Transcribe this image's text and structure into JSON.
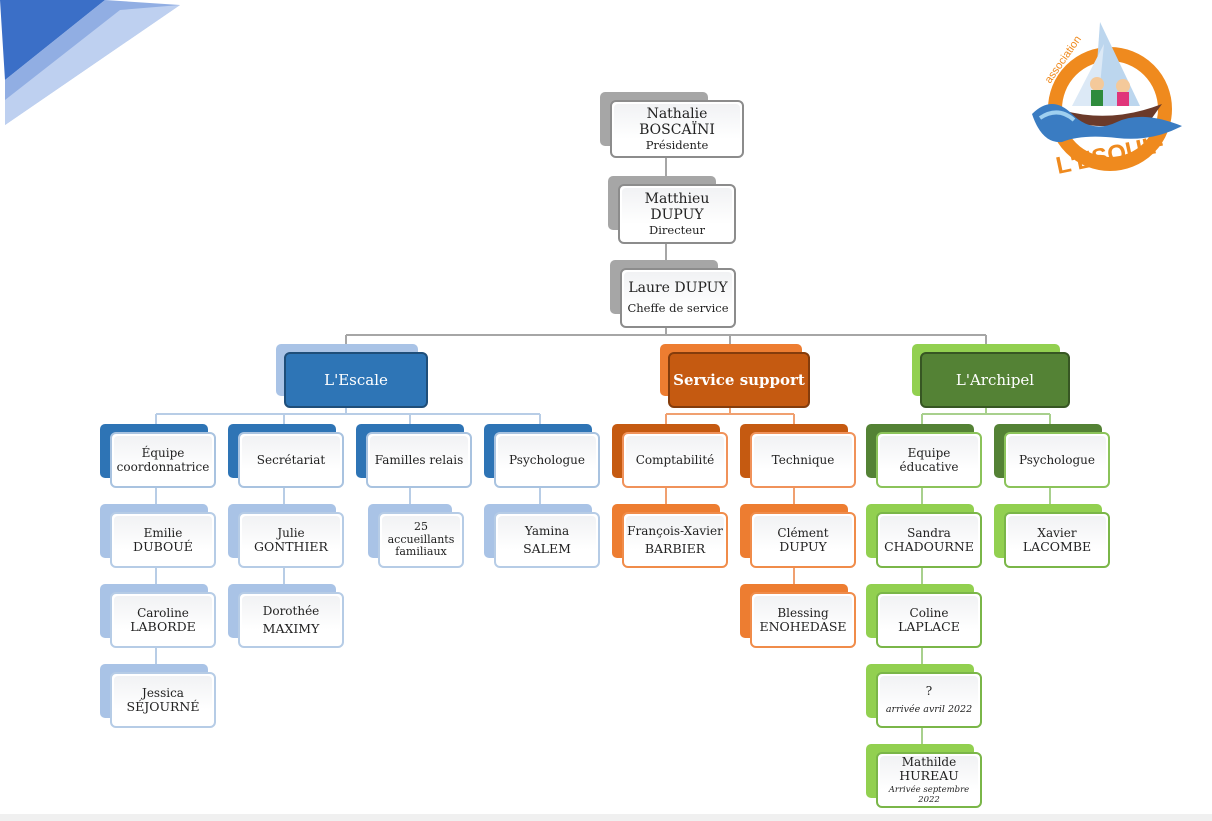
{
  "logo": {
    "association": "association",
    "name": "L'ESQUIF",
    "colors": {
      "orange": "#ef8a1e",
      "blue": "#3a7cc2",
      "sail": "#bcd6ee"
    }
  },
  "colors": {
    "escale": "#2e75b6",
    "support": "#c55a11",
    "archipel": "#548235",
    "direction": "#a6a6a6"
  },
  "direction": {
    "president": {
      "first": "Nathalie",
      "last": "BOSCAÏNI",
      "role": "Présidente"
    },
    "director": {
      "first": "Matthieu",
      "last": "DUPUY",
      "role": "Directeur"
    },
    "head": {
      "first": "Laure DUPUY",
      "role": "Cheffe de service"
    }
  },
  "escale": {
    "label": "L'Escale",
    "teams": {
      "coordination": {
        "line1": "Équipe",
        "line2": "coordonnatrice"
      },
      "secretariat": {
        "label": "Secrétariat"
      },
      "families": {
        "label": "Familles relais"
      },
      "psychologist": {
        "label": "Psychologue"
      }
    },
    "members": {
      "emilie": {
        "first": "Emilie",
        "last": "DUBOUÉ"
      },
      "caroline": {
        "first": "Caroline",
        "last": "LABORDE"
      },
      "jessica": {
        "first": "Jessica",
        "last": "SÉJOURNÉ"
      },
      "julie": {
        "first": "Julie",
        "last": "GONTHIER"
      },
      "dorothee": {
        "first": "Dorothée",
        "last": "MAXIMY"
      },
      "families_count": {
        "line1": "25",
        "line2": "accueillants",
        "line3": "familiaux"
      },
      "yamina": {
        "first": "Yamina",
        "last": "SALEM"
      }
    }
  },
  "support": {
    "label": "Service support",
    "teams": {
      "accounting": {
        "label": "Comptabilité"
      },
      "technical": {
        "label": "Technique"
      }
    },
    "members": {
      "francois": {
        "first": "François-Xavier",
        "last": "BARBIER"
      },
      "clement": {
        "first": "Clément",
        "last": "DUPUY"
      },
      "blessing": {
        "first": "Blessing",
        "last": "ENOHEDASE"
      }
    }
  },
  "archipel": {
    "label": "L'Archipel",
    "teams": {
      "educational": {
        "line1": "Equipe",
        "line2": "éducative"
      },
      "psychologist": {
        "label": "Psychologue"
      }
    },
    "members": {
      "sandra": {
        "first": "Sandra",
        "last": "CHADOURNE"
      },
      "coline": {
        "first": "Coline",
        "last": "LAPLACE"
      },
      "unknown": {
        "first": "?",
        "note": "arrivée avril 2022"
      },
      "mathilde": {
        "first": "Mathilde",
        "last": "HUREAU",
        "note": "Arrivée septembre 2022"
      },
      "xavier": {
        "first": "Xavier",
        "last": "LACOMBE"
      }
    }
  }
}
